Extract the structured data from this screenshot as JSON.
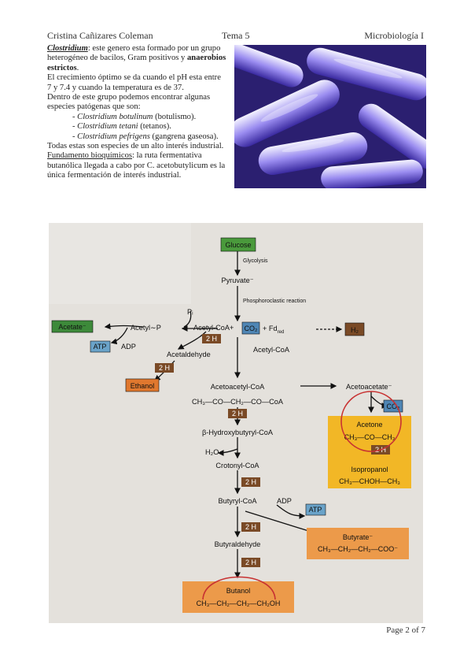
{
  "header": {
    "author": "Cristina Cañizares Coleman",
    "topic": "Tema 5",
    "subject": "Microbiología I"
  },
  "text": {
    "genus": "Clostridium",
    "intro_rest": ": este genero esta formado por un grupo heterogéneo de bacilos, Gram positivos y",
    "anaerobic": "anaerobios estrictos",
    "period": ".",
    "growth": "El crecimiento óptimo se da cuando el pH esta entre 7 y 7.4 y cuando la temperatura es de 37.",
    "species_intro": "Dentro de este grupo podemos encontrar algunas especies patógenas que son:",
    "species": [
      {
        "name": "- Clostridium botulinum",
        "note": " (botulismo)."
      },
      {
        "name": "- Clostridium tetani",
        "note": " (tetanos)."
      },
      {
        "name": "- Clostridium pefrigens",
        "note": " (gangrena gaseosa)."
      }
    ],
    "industrial": "Todas estas son especies de un alto interés industrial.",
    "fundamento_label": "Fundamento bioquímicos",
    "fundamento_rest": ": la ruta fermentativa butanólica llegada a cabo por C. acetobutylicum es la única fermentación de interés industrial."
  },
  "diagram": {
    "glucose": "Glucose",
    "glycolysis": "Glycolysis",
    "pyruvate": "Pyruvate⁻",
    "phosphoroclastic": "Phosphoroclastic reaction",
    "pi": "Pᵢ",
    "acetate": "Acetate⁻",
    "acetyl_p": "Acetyl∼P",
    "acetyl_coa_plus": "Acetyl-CoA+",
    "co2": "CO₂",
    "fd": "+ Fd",
    "fd_sub": "red",
    "h2": "H₂",
    "atp": "ATP",
    "adp": "ADP",
    "two_h": "2 H",
    "acetaldehyde": "Acetaldehyde",
    "ethanol": "Ethanol",
    "acetyl_coa": "Acetyl-CoA",
    "acetoacetyl_coa": "Acetoacetyl-CoA",
    "acetoacetyl_formula": "CH₃—CO—CH₂—CO—CoA",
    "acetoacetate": "Acetoacetate⁻",
    "acetone": "Acetone",
    "acetone_formula": "CH₃—CO—CH₃",
    "isopropanol": "Isopropanol",
    "isopropanol_formula": "CH₃—CHOH—CH₃",
    "hydroxybutyryl": "β-Hydroxybutyryl-CoA",
    "h2o": "H₂O",
    "crotonyl": "Crotonyl-CoA",
    "butyryl": "Butyryl-CoA",
    "butyrate": "Butyrate⁻",
    "butyrate_formula": "CH₃—CH₂—CH₂—COO⁻",
    "butyraldehyde": "Butyraldehyde",
    "butanol": "Butanol",
    "butanol_formula": "CH₃—CH₂—CH₂—CH₂OH",
    "colors": {
      "glucose": "#4a9a3c",
      "acetate": "#3d8a3a",
      "atp": "#6aa3c9",
      "two_h": "#7a4a26",
      "ethanol": "#e0782e",
      "co2": "#4f86b5",
      "h2": "#7a4a26",
      "acetone_box": "#f2b726",
      "butyrate_box": "#ec9a4a",
      "butanol_box": "#ec9a4a",
      "circle": "#c83232"
    }
  },
  "footer": {
    "page": "Page 2 of 7"
  }
}
